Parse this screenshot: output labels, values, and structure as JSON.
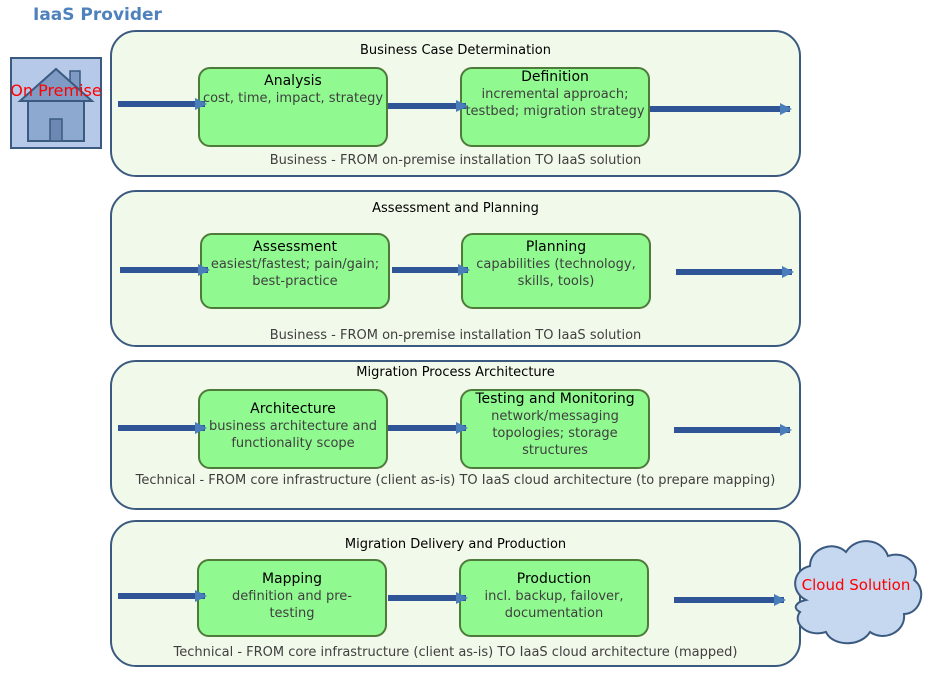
{
  "title": "IaaS Provider",
  "start_label": "On Premise",
  "end_label": "Cloud Solution",
  "colors": {
    "phase_fill": "#f1f9ea",
    "phase_border": "#3b5a80",
    "step_fill": "#90fa90",
    "step_border": "#4e7b3a",
    "arrow": "#4a7ebb",
    "label_red": "#ff0000",
    "title_blue": "#4f81bd"
  },
  "phases": [
    {
      "title": "Business Case Determination",
      "steps": [
        {
          "title": "Analysis",
          "desc": "cost, time, impact, strategy"
        },
        {
          "title": "Definition",
          "desc": "incremental approach; testbed; migration strategy"
        }
      ],
      "footer": "Business - FROM on-premise installation TO IaaS solution"
    },
    {
      "title": "Assessment and Planning",
      "steps": [
        {
          "title": "Assessment",
          "desc": "easiest/fastest; pain/gain; best-practice"
        },
        {
          "title": "Planning",
          "desc": "capabilities (technology, skills, tools)"
        }
      ],
      "footer": "Business - FROM on-premise installation TO IaaS solution"
    },
    {
      "title": "Migration Process Architecture",
      "steps": [
        {
          "title": "Architecture",
          "desc": "business architecture and functionality scope"
        },
        {
          "title": "Testing and Monitoring",
          "desc": "network/messaging topologies; storage structures"
        }
      ],
      "footer": "Technical - FROM core infrastructure (client as-is) TO IaaS cloud architecture (to prepare mapping)"
    },
    {
      "title": "Migration Delivery and Production",
      "steps": [
        {
          "title": "Mapping",
          "desc": "definition and pre-testing"
        },
        {
          "title": "Production",
          "desc": "incl. backup, failover, documentation"
        }
      ],
      "footer": "Technical - FROM core infrastructure (client as-is) TO IaaS cloud architecture (mapped)"
    }
  ]
}
